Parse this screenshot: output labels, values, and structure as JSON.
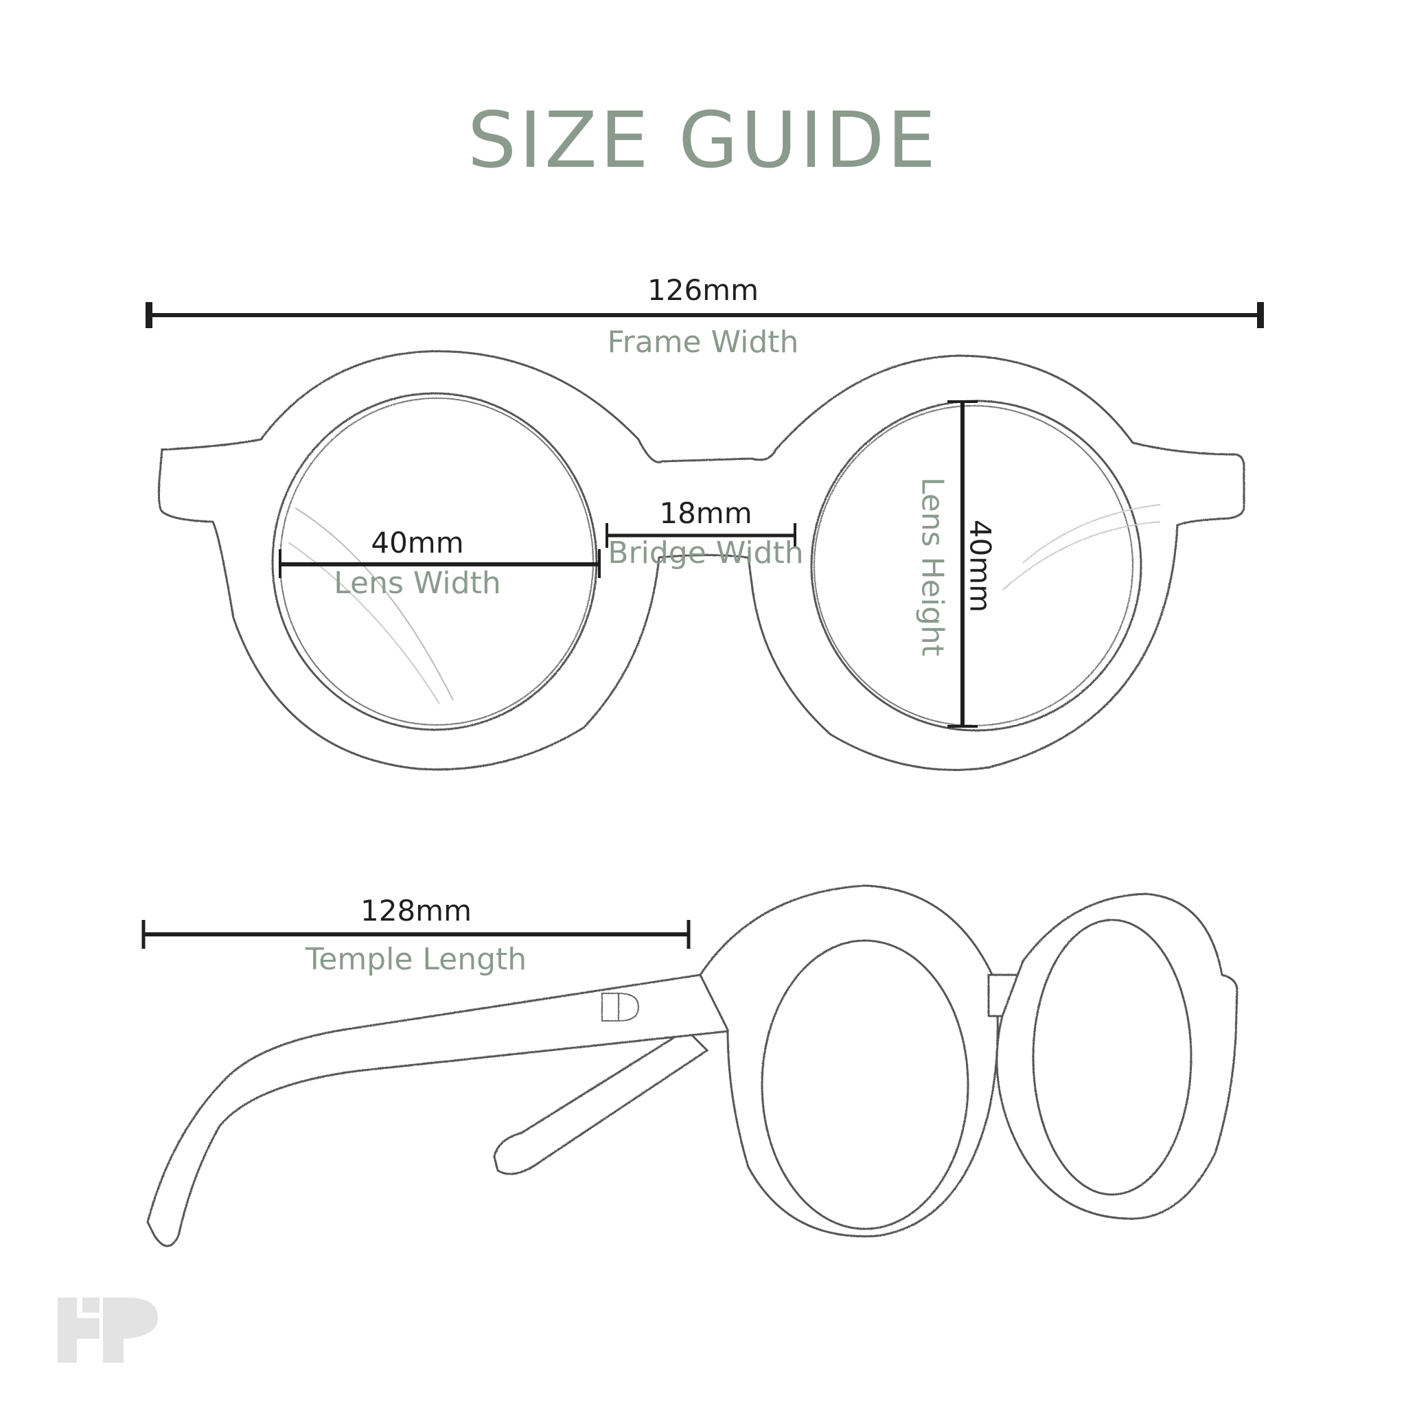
{
  "title": "SIZE GUIDE",
  "colors": {
    "title": "#8a9a8c",
    "caption": "#8a9a8c",
    "line": "#1f1f1f",
    "sketch": "#555555"
  },
  "measurements": {
    "frame": {
      "value": "126mm",
      "label": "Frame Width"
    },
    "lens_width": {
      "value": "40mm",
      "label": "Lens Width"
    },
    "bridge": {
      "value": "18mm",
      "label": "Bridge Width"
    },
    "lens_height": {
      "value": "40mm",
      "label": "Lens Height"
    },
    "temple": {
      "value": "128mm",
      "label": "Temple Length"
    }
  },
  "logo": {
    "name": "brand-logo-mark"
  }
}
